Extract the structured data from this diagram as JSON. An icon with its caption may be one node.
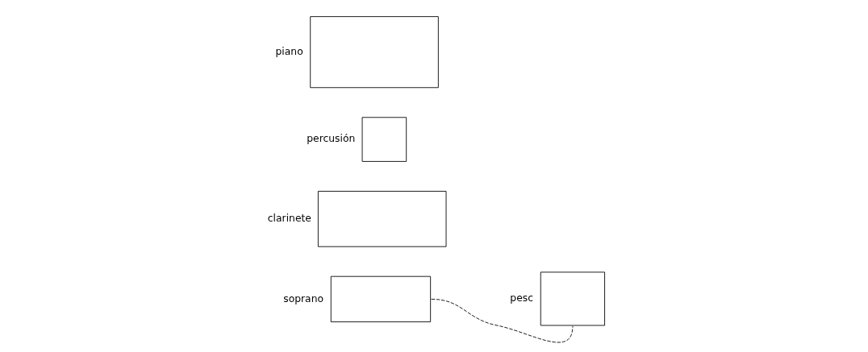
{
  "diagram": {
    "nodes": [
      {
        "text": [
          "soprano"
        ]
      },
      {
        "text": [
          "clarinete"
        ]
      },
      {
        "text": [
          "percusión"
        ]
      },
      {
        "text": [
          "pesc"
        ]
      },
      {
        "text": [
          "piano"
        ]
      }
    ],
    "edges": [
      {
        "from": 0,
        "to": 3,
        "arrow": "none",
        "style": "dashed"
      }
    ]
  }
}
